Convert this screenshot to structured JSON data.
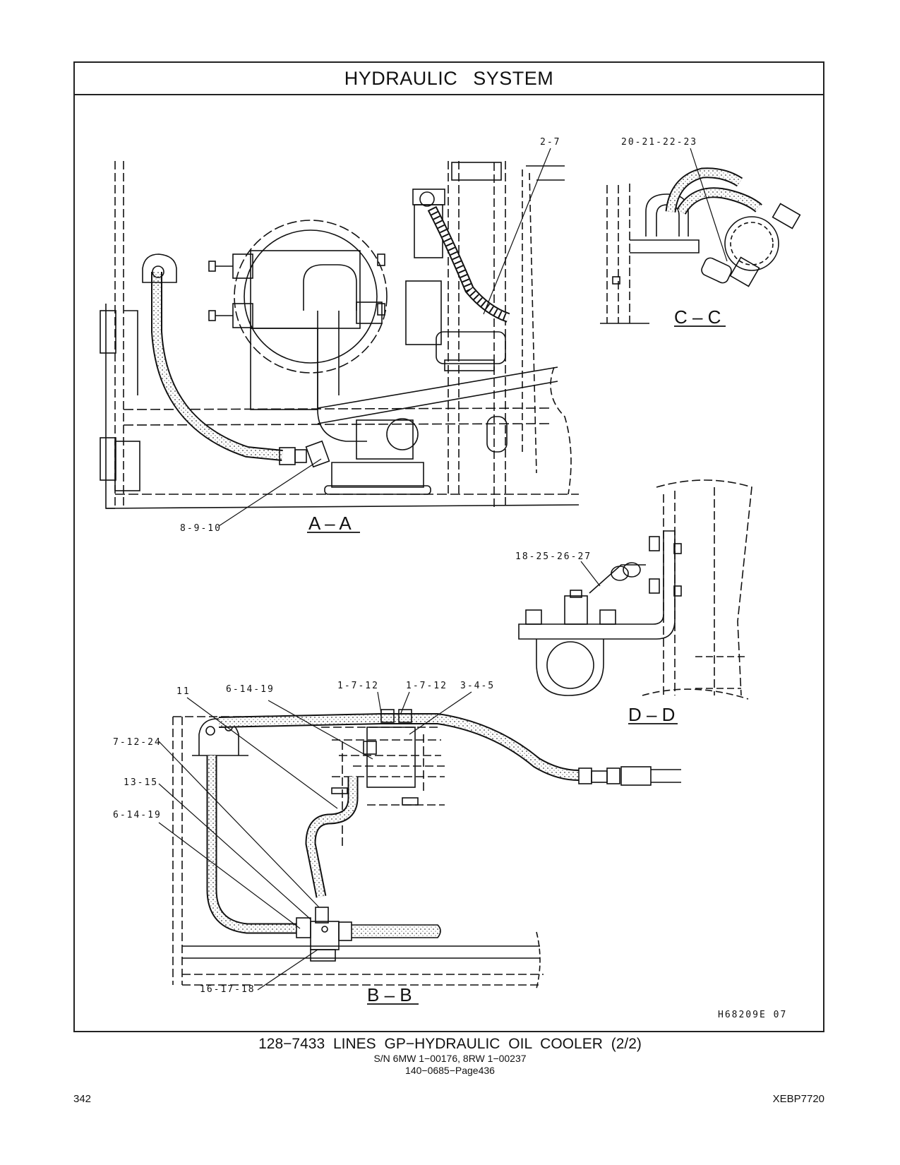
{
  "header": {
    "title": "HYDRAULIC  SYSTEM"
  },
  "views": {
    "aa": "A – A",
    "bb": "B – B",
    "cc": "C – C",
    "dd": "D – D"
  },
  "callouts": {
    "c_2_7": "2-7",
    "c_20_21_22_23": "20-21-22-23",
    "c_8_9_10": "8-9-10",
    "c_18_25_26_27": "18-25-26-27",
    "c_11": "11",
    "c_6_14_19_top": "6-14-19",
    "c_1_7_12_a": "1-7-12",
    "c_1_7_12_b": "1-7-12",
    "c_3_4_5": "3-4-5",
    "c_7_12_24": "7-12-24",
    "c_13_15": "13-15",
    "c_6_14_19_left": "6-14-19",
    "c_16_17_18": "16-17-18"
  },
  "illustration_code": "H68209E   07",
  "caption": {
    "line1": "128−7433  LINES  GP−HYDRAULIC  OIL  COOLER (2/2)",
    "line2": "S/N 6MW 1−00176, 8RW 1−00237",
    "line3": "140−0685−Page436"
  },
  "footer": {
    "page_number": "342",
    "document_id": "XEBP7720"
  }
}
